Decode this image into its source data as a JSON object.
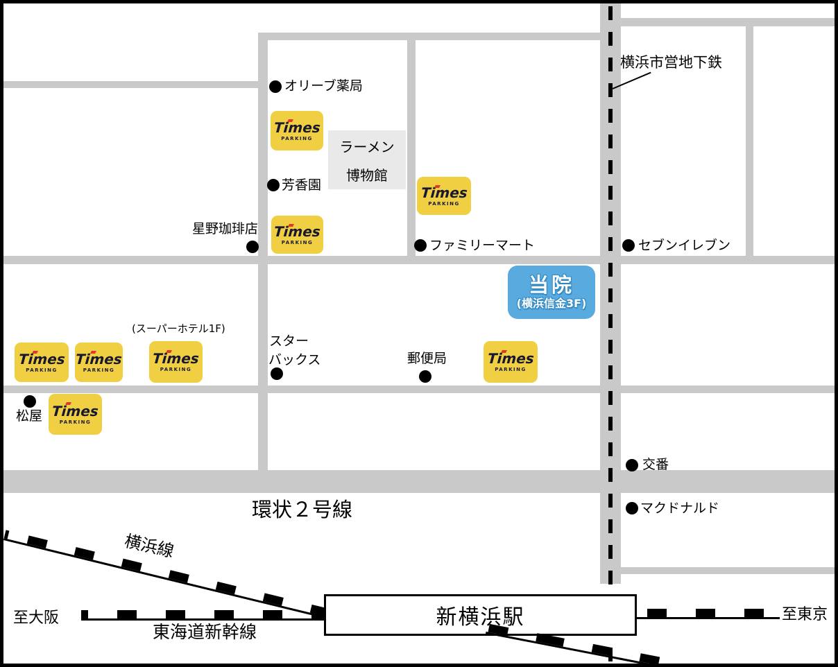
{
  "map": {
    "clinic_badge": {
      "name": "当院",
      "floor_note": "(横浜信金3F)",
      "color": "#58aadf"
    },
    "station": {
      "name": "新横浜駅"
    },
    "subway": {
      "name": "横浜市営地下鉄"
    },
    "railways": {
      "yokohama_line": "横浜線",
      "shinkansen": "東海道新幹線",
      "to_osaka": "至大阪",
      "to_tokyo": "至東京"
    },
    "roads": {
      "kanjo2": "環状２号線"
    },
    "parking": {
      "brand": "Times",
      "sub": "PARKING",
      "color": "#f0d042"
    },
    "landmarks": {
      "olive_pharmacy": "オリーブ薬局",
      "ramen_museum_line1": "ラーメン",
      "ramen_museum_line2": "博物館",
      "hokoen": "芳香園",
      "hoshino_coffee": "星野珈琲店",
      "familymart": "ファミリーマート",
      "seven_eleven": "セブンイレブン",
      "super_hotel_note": "(スーパーホテル1F)",
      "starbucks_line1": "スター",
      "starbucks_line2": "バックス",
      "post_office": "郵便局",
      "matsuya": "松屋",
      "koban": "交番",
      "mcdonalds": "マクドナルド"
    },
    "colors": {
      "road": "#c9c9c9",
      "museum_bg": "#e9e9e9",
      "rail": "#000000"
    }
  }
}
